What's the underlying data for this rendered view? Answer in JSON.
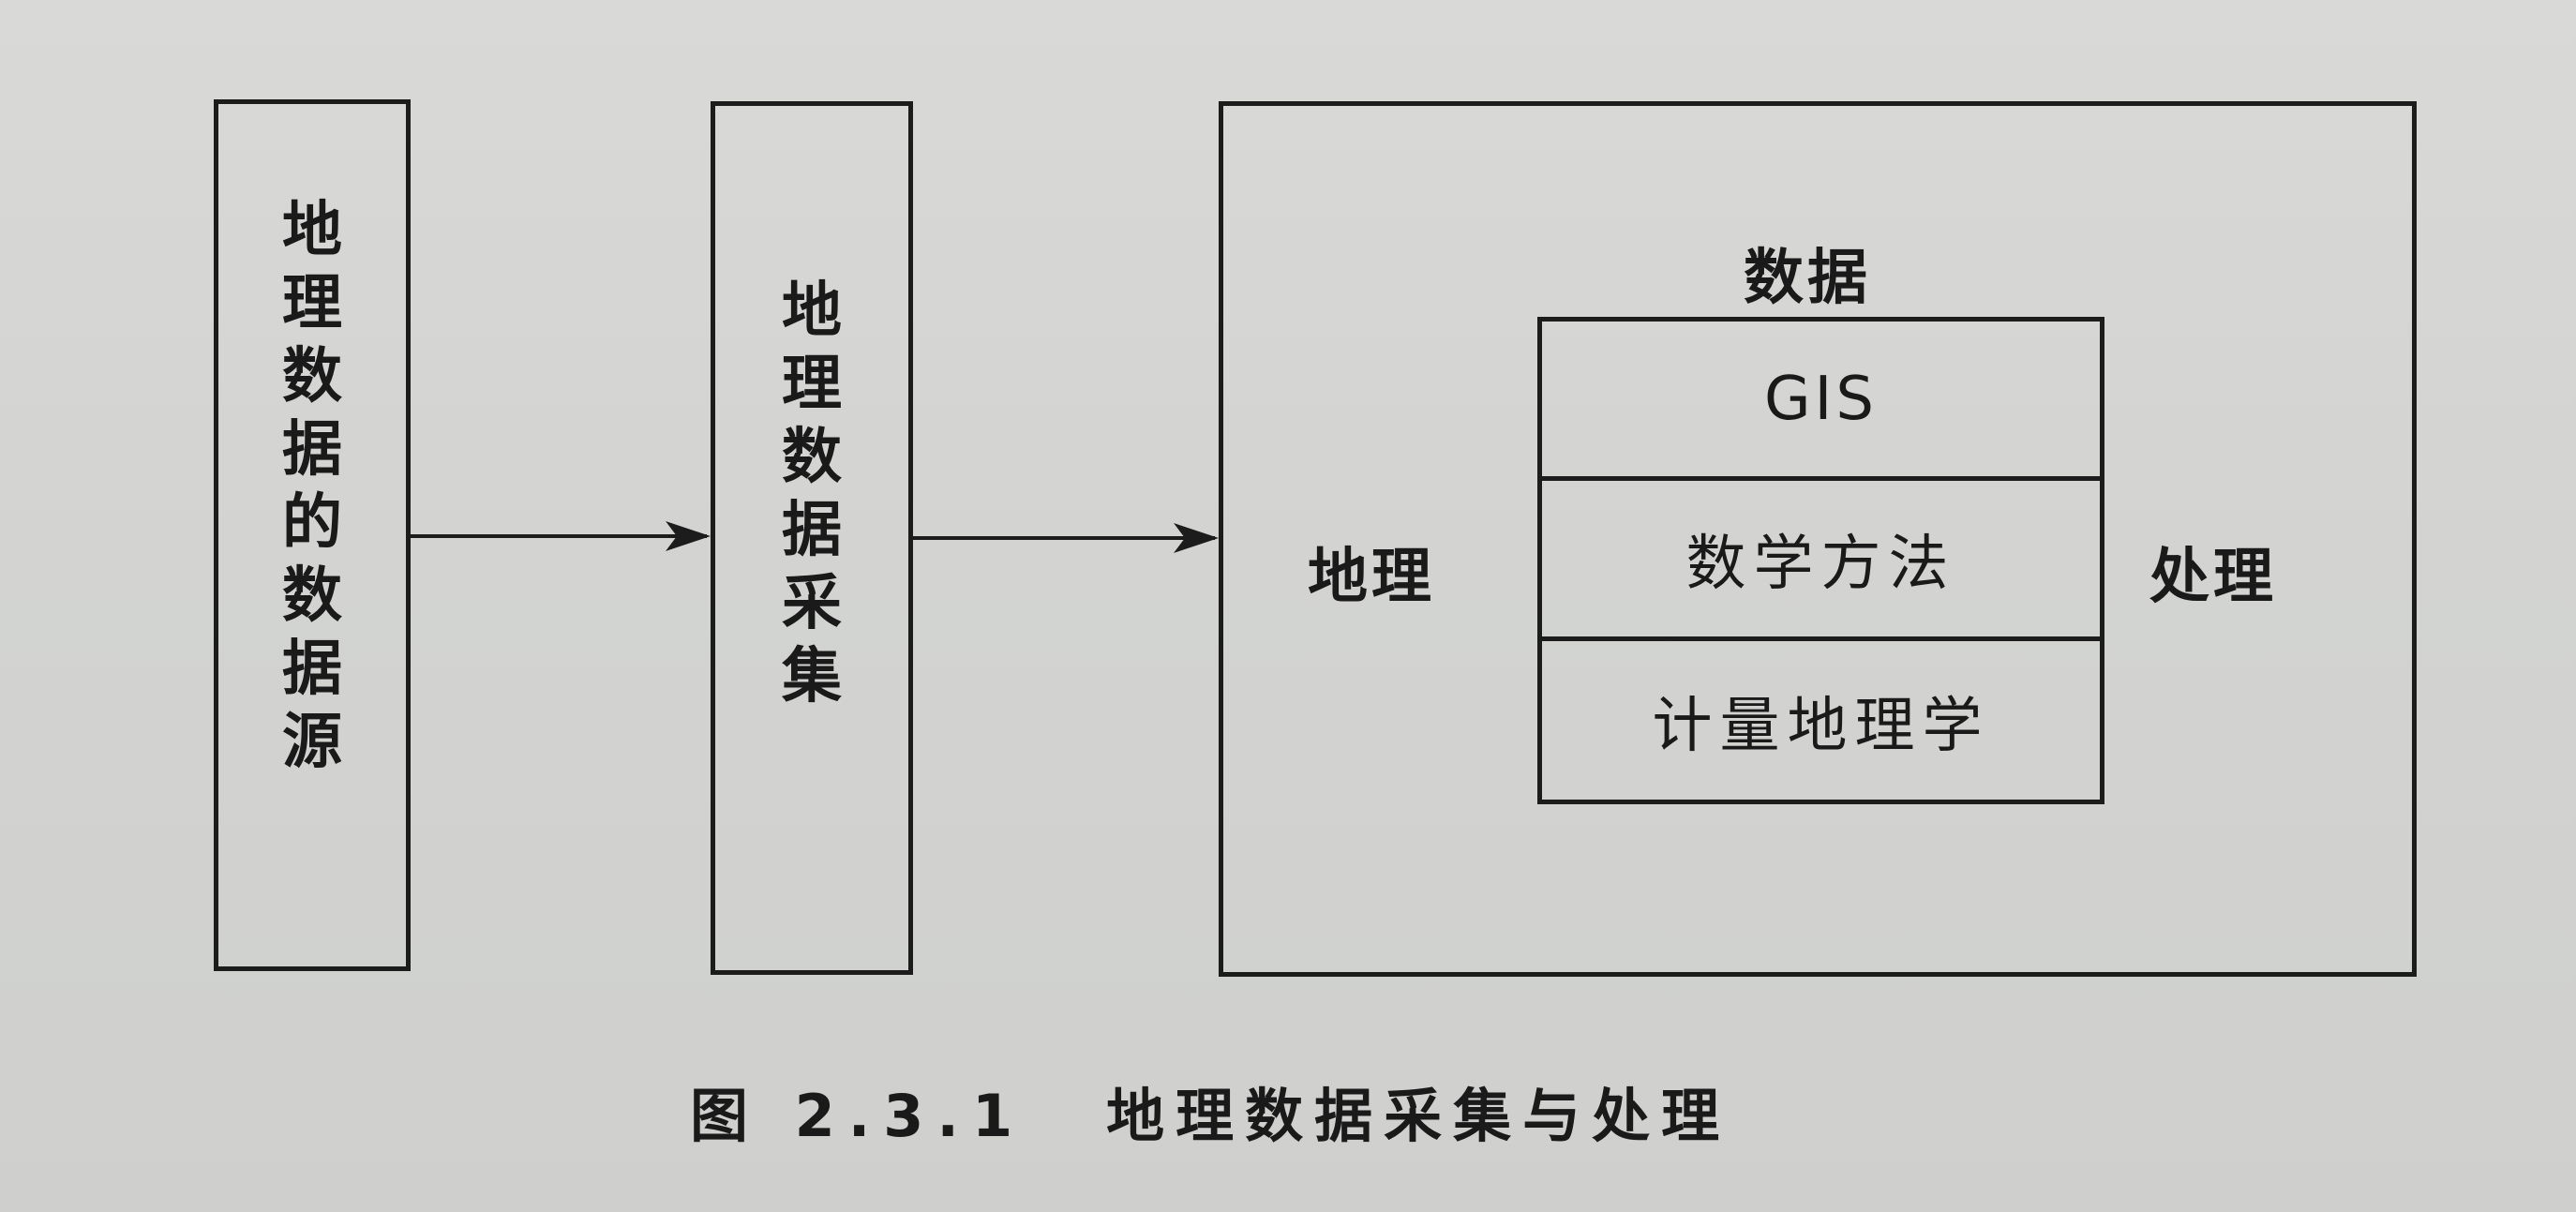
{
  "diagram": {
    "source_box": {
      "text": [
        "地",
        "理",
        "数",
        "据",
        "的",
        "数",
        "据",
        "源"
      ]
    },
    "collect_box": {
      "text": [
        "地",
        "理",
        "数",
        "据",
        "采",
        "集"
      ]
    },
    "process_box": {
      "top_label": "数据",
      "left_label": "地理",
      "right_label": "处理",
      "stack": [
        "GIS",
        "数学方法",
        "计量地理学"
      ]
    }
  },
  "caption": {
    "number": "图 2.3.1",
    "title": "地理数据采集与处理"
  }
}
